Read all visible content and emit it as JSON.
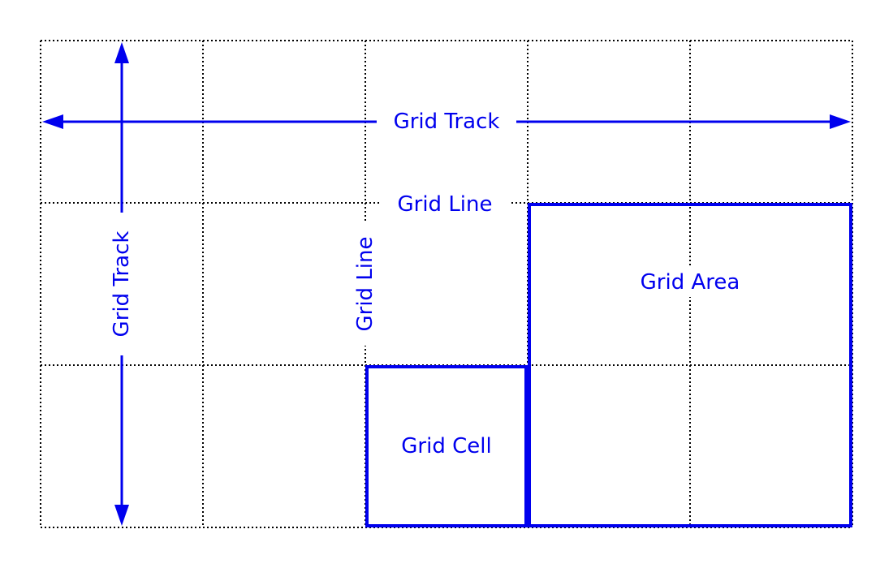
{
  "colors": {
    "accent": "#0000ee",
    "grid_line": "#000000",
    "background": "#ffffff"
  },
  "labels": {
    "grid_track_horizontal": "Grid Track",
    "grid_track_vertical": "Grid Track",
    "grid_line_horizontal": "Grid Line",
    "grid_line_vertical": "Grid Line",
    "grid_area": "Grid Area",
    "grid_cell": "Grid Cell"
  }
}
